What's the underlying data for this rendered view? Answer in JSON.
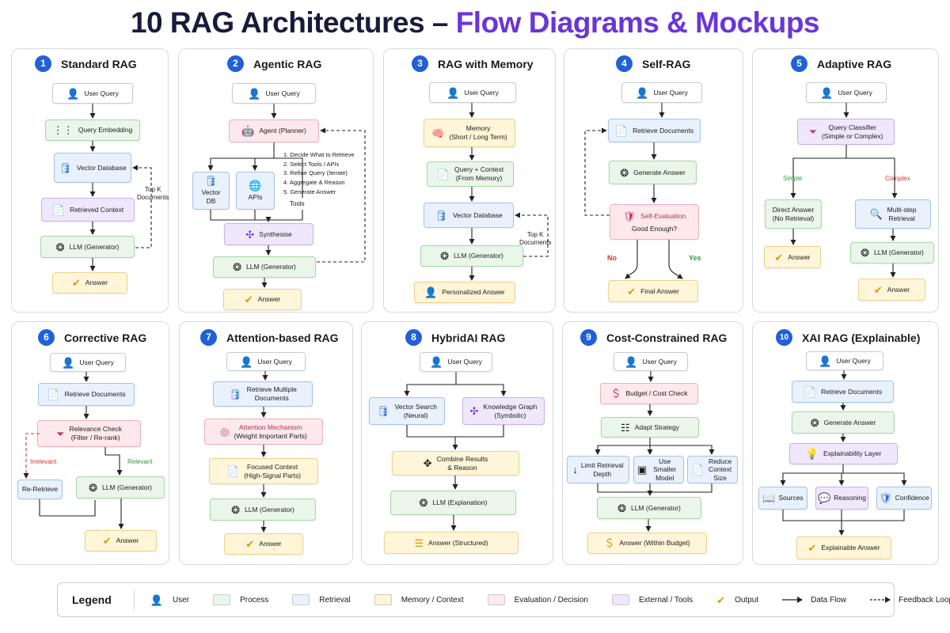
{
  "title": {
    "main": "10 RAG Architectures – ",
    "accent": "Flow Diagrams & Mockups"
  },
  "colors": {
    "process": "#e9f6e9",
    "retrieval": "#e8f1fc",
    "memory": "#fff5d8",
    "evaluation": "#fde8ee",
    "external": "#efe8fc",
    "accent": "#6a35d8",
    "number_badge": "#2060d8"
  },
  "panels": [
    {
      "num": "1",
      "title": "Standard RAG",
      "user_query": "User Query",
      "query_embedding": "Query Embedding",
      "vector_database": "Vector Database",
      "retrieved_context": "Retrieved Context",
      "llm": "LLM (Generator)",
      "answer": "Answer",
      "topk": "Top K",
      "topk_sub": "Documents"
    },
    {
      "num": "2",
      "title": "Agentic RAG",
      "user_query": "User Query",
      "agent": "Agent (Planner)",
      "steps": [
        "1. Decide What to Retrieve",
        "2. Select Tools / APIs",
        "3. Refine Query (Iterate)",
        "4. Aggregate & Reason",
        "5. Generate Answer"
      ],
      "vector_db": "Vector DB",
      "apis": "APIs",
      "tools": "Tools",
      "synthesise": "Synthesise",
      "llm": "LLM (Generator)",
      "answer": "Answer"
    },
    {
      "num": "3",
      "title": "RAG with Memory",
      "user_query": "User Query",
      "memory": "Memory",
      "memory_sub": "(Short / Long Term)",
      "query_context": "Query + Context",
      "query_context_sub": "(From Memory)",
      "vector_database": "Vector Database",
      "llm": "LLM (Generator)",
      "answer": "Personalized Answer",
      "topk": "Top K",
      "topk_sub": "Documents"
    },
    {
      "num": "4",
      "title": "Self-RAG",
      "user_query": "User Query",
      "retrieve": "Retrieve Documents",
      "generate": "Generate Answer",
      "self_eval": "Self-Evaluation",
      "good_enough": "Good Enough?",
      "no": "No",
      "yes": "Yes",
      "final": "Final Answer"
    },
    {
      "num": "5",
      "title": "Adaptive RAG",
      "user_query": "User Query",
      "classifier": "Query Classifier",
      "classifier_sub": "(Simple or Complex)",
      "simple": "Simple",
      "complex": "Complex",
      "direct": "Direct Answer",
      "direct_sub": "(No Retrieval)",
      "multistep": "Multi-step",
      "multistep_sub": "Retrieval",
      "answer_left": "Answer",
      "llm": "LLM (Generator)",
      "answer_right": "Answer"
    },
    {
      "num": "6",
      "title": "Corrective RAG",
      "user_query": "User Query",
      "retrieve": "Retrieve Documents",
      "relevance": "Relevance Check",
      "relevance_sub": "(Filter / Re-rank)",
      "irrelevant": "Irrelevant",
      "relevant": "Relevant",
      "reretrieve": "Re-Retrieve",
      "llm": "LLM (Generator)",
      "answer": "Answer"
    },
    {
      "num": "7",
      "title": "Attention-based RAG",
      "user_query": "User Query",
      "retrieve": "Retrieve Multiple",
      "retrieve_sub": "Documents",
      "attention": "Attention Mechanism",
      "attention_sub": "(Weight Important Parts)",
      "focused": "Focused Context",
      "focused_sub": "(High-Signal Parts)",
      "llm": "LLM (Generator)",
      "answer": "Answer"
    },
    {
      "num": "8",
      "title": "HybridAI RAG",
      "user_query": "User Query",
      "vector_search": "Vector Search",
      "vector_search_sub": "(Neural)",
      "kg": "Knowledge Graph",
      "kg_sub": "(Symbolic)",
      "combine": "Combine Results",
      "combine_sub": "& Reason",
      "llm": "LLM (Explanation)",
      "answer": "Answer (Structured)"
    },
    {
      "num": "9",
      "title": "Cost-Constrained RAG",
      "user_query": "User Query",
      "budget": "Budget / Cost Check",
      "adapt": "Adapt Strategy",
      "limit": "Limit Retrieval",
      "limit_sub": "Depth",
      "smaller": "Use Smaller",
      "smaller_sub": "Model",
      "reduce": "Reduce",
      "reduce_sub": "Context Size",
      "llm": "LLM (Generator)",
      "answer": "Answer (Within Budget)"
    },
    {
      "num": "10",
      "title": "XAI RAG (Explainable)",
      "user_query": "User Query",
      "retrieve": "Retrieve Documents",
      "generate": "Generate Answer",
      "layer": "Explainability Layer",
      "sources": "Sources",
      "reasoning": "Reasoning",
      "confidence": "Confidence",
      "answer": "Explainable Answer"
    }
  ],
  "icons": {
    "user": "user-icon",
    "llm": "openai-icon",
    "answer": "check-circle-icon",
    "database": "database-icon",
    "document": "document-icon",
    "filter": "funnel-icon",
    "robot": "robot-icon",
    "brain": "brain-icon",
    "globe": "globe-icon"
  },
  "legend": {
    "title": "Legend",
    "user": "User",
    "process": "Process",
    "retrieval": "Retrieval",
    "memory": "Memory / Context",
    "evaluation": "Evaluation / Decision",
    "external": "External / Tools",
    "output": "Output",
    "data_flow": "Data Flow",
    "feedback": "Feedback Loop"
  }
}
